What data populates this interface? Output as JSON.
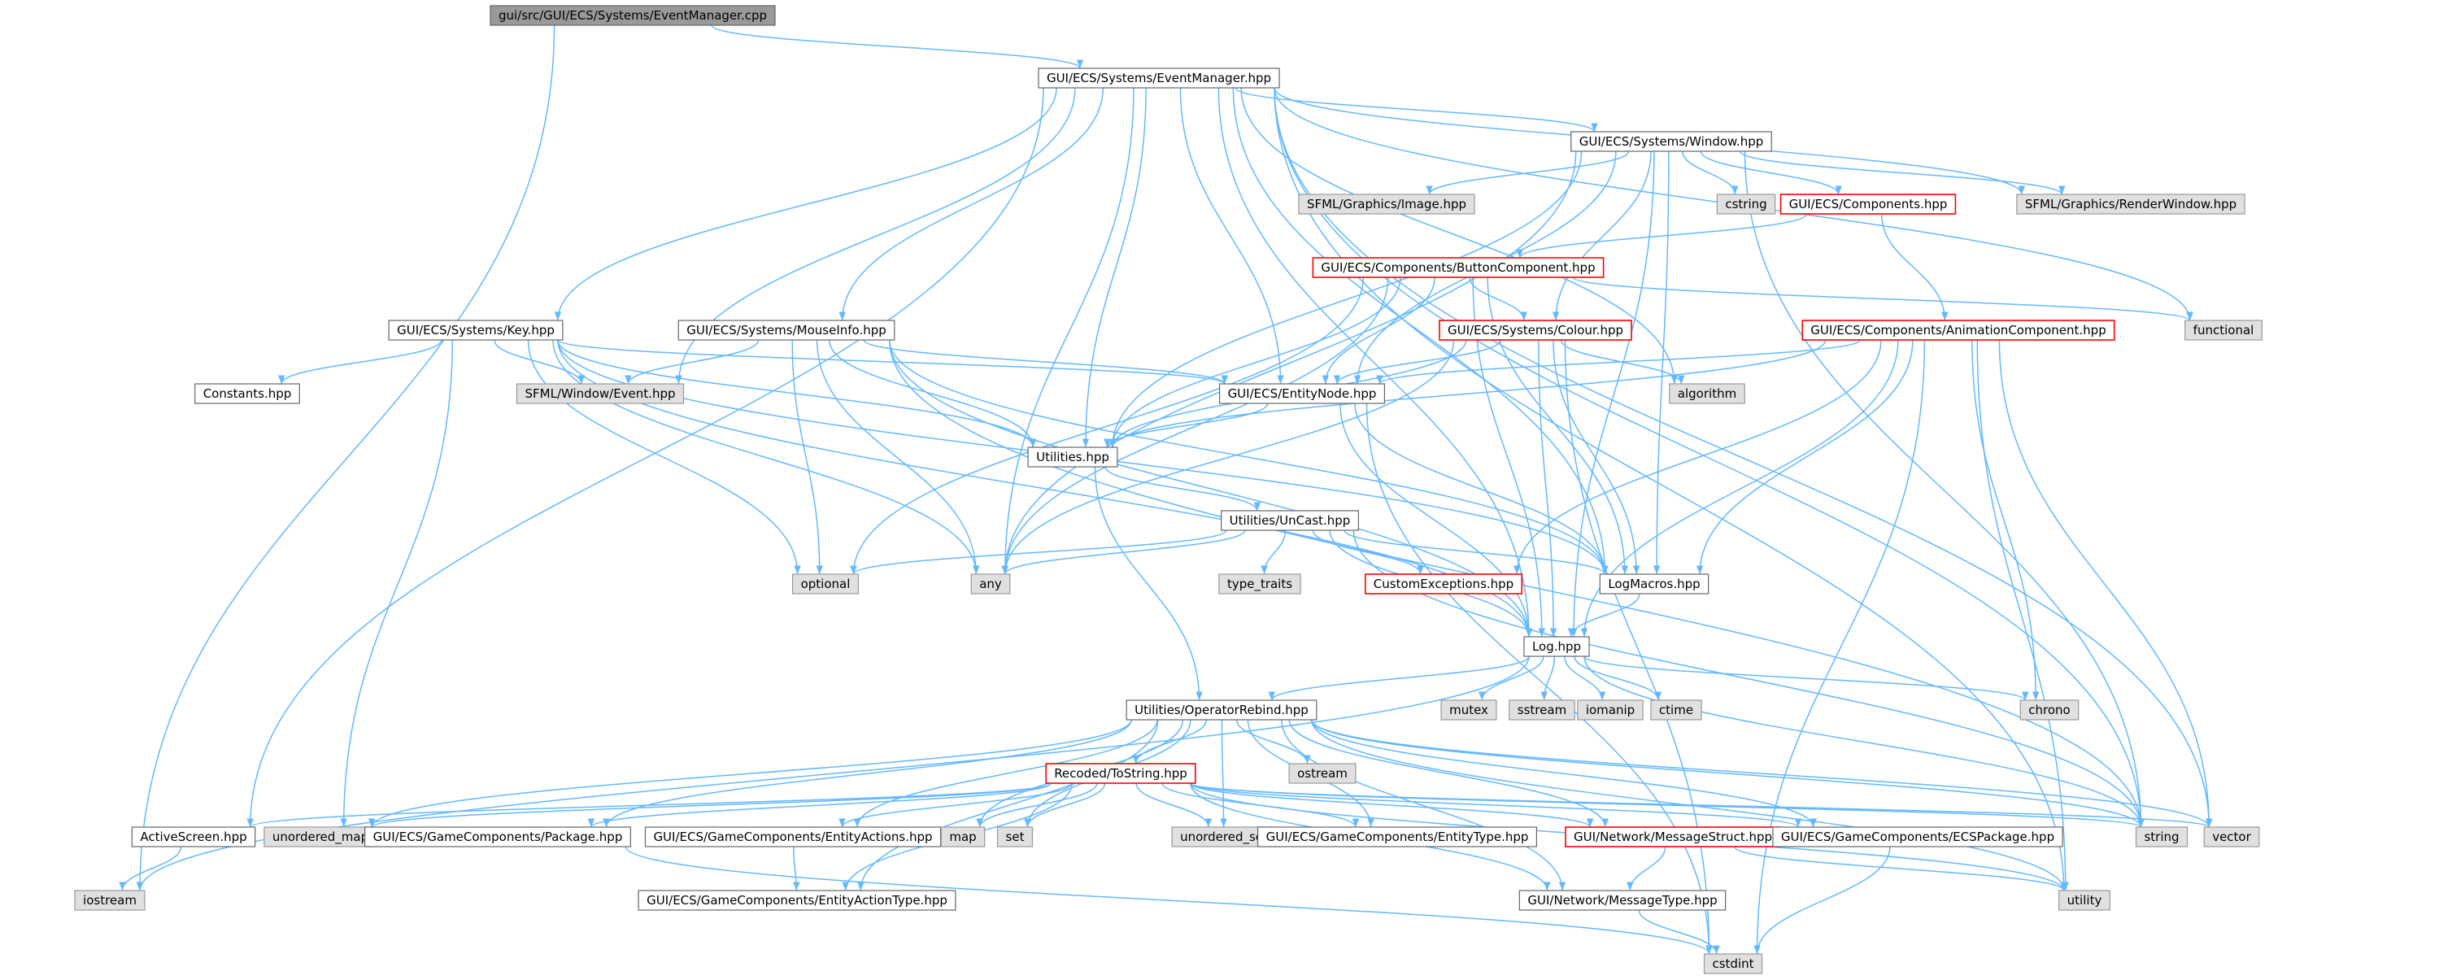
{
  "diagram": {
    "nodes": [
      {
        "id": "eventmanager_cpp",
        "label": "gui/src/GUI/ECS/Systems/EventManager.cpp",
        "style": "root"
      },
      {
        "id": "eventmanager_hpp",
        "label": "GUI/ECS/Systems/EventManager.hpp",
        "style": "normal"
      },
      {
        "id": "window_hpp",
        "label": "GUI/ECS/Systems/Window.hpp",
        "style": "normal"
      },
      {
        "id": "sfml_image",
        "label": "SFML/Graphics/Image.hpp",
        "style": "external"
      },
      {
        "id": "cstring",
        "label": "cstring",
        "style": "external"
      },
      {
        "id": "components_hpp",
        "label": "GUI/ECS/Components.hpp",
        "style": "red"
      },
      {
        "id": "sfml_renderwindow",
        "label": "SFML/Graphics/RenderWindow.hpp",
        "style": "external"
      },
      {
        "id": "buttoncomponent",
        "label": "GUI/ECS/Components/ButtonComponent.hpp",
        "style": "red"
      },
      {
        "id": "functional",
        "label": "functional",
        "style": "external"
      },
      {
        "id": "key_hpp",
        "label": "GUI/ECS/Systems/Key.hpp",
        "style": "normal"
      },
      {
        "id": "mouseinfo_hpp",
        "label": "GUI/ECS/Systems/MouseInfo.hpp",
        "style": "normal"
      },
      {
        "id": "colour_hpp",
        "label": "GUI/ECS/Systems/Colour.hpp",
        "style": "red"
      },
      {
        "id": "animationcomponent",
        "label": "GUI/ECS/Components/AnimationComponent.hpp",
        "style": "red"
      },
      {
        "id": "constants_hpp",
        "label": "Constants.hpp",
        "style": "normal"
      },
      {
        "id": "sfml_event",
        "label": "SFML/Window/Event.hpp",
        "style": "external"
      },
      {
        "id": "entitynode_hpp",
        "label": "GUI/ECS/EntityNode.hpp",
        "style": "normal"
      },
      {
        "id": "algorithm",
        "label": "algorithm",
        "style": "external"
      },
      {
        "id": "utilities_hpp",
        "label": "Utilities.hpp",
        "style": "normal"
      },
      {
        "id": "uncast_hpp",
        "label": "Utilities/UnCast.hpp",
        "style": "normal"
      },
      {
        "id": "optional",
        "label": "optional",
        "style": "external"
      },
      {
        "id": "any",
        "label": "any",
        "style": "external"
      },
      {
        "id": "type_traits",
        "label": "type_traits",
        "style": "external"
      },
      {
        "id": "customexceptions",
        "label": "CustomExceptions.hpp",
        "style": "red"
      },
      {
        "id": "logmacros_hpp",
        "label": "LogMacros.hpp",
        "style": "normal"
      },
      {
        "id": "log_hpp",
        "label": "Log.hpp",
        "style": "normal"
      },
      {
        "id": "mutex",
        "label": "mutex",
        "style": "external"
      },
      {
        "id": "sstream",
        "label": "sstream",
        "style": "external"
      },
      {
        "id": "iomanip",
        "label": "iomanip",
        "style": "external"
      },
      {
        "id": "ctime",
        "label": "ctime",
        "style": "external"
      },
      {
        "id": "chrono",
        "label": "chrono",
        "style": "external"
      },
      {
        "id": "operatorrebind",
        "label": "Utilities/OperatorRebind.hpp",
        "style": "normal"
      },
      {
        "id": "ostream",
        "label": "ostream",
        "style": "external"
      },
      {
        "id": "recoded_tostring",
        "label": "Recoded/ToString.hpp",
        "style": "red"
      },
      {
        "id": "activescreen",
        "label": "ActiveScreen.hpp",
        "style": "normal"
      },
      {
        "id": "unordered_map",
        "label": "unordered_map",
        "style": "external"
      },
      {
        "id": "package_hpp",
        "label": "GUI/ECS/GameComponents/Package.hpp",
        "style": "normal"
      },
      {
        "id": "entityactions",
        "label": "GUI/ECS/GameComponents/EntityActions.hpp",
        "style": "normal"
      },
      {
        "id": "map",
        "label": "map",
        "style": "external"
      },
      {
        "id": "set",
        "label": "set",
        "style": "external"
      },
      {
        "id": "unordered_set",
        "label": "unordered_set",
        "style": "external"
      },
      {
        "id": "entitytype",
        "label": "GUI/ECS/GameComponents/EntityType.hpp",
        "style": "normal"
      },
      {
        "id": "messagestruct",
        "label": "GUI/Network/MessageStruct.hpp",
        "style": "red"
      },
      {
        "id": "ecspackage",
        "label": "GUI/ECS/GameComponents/ECSPackage.hpp",
        "style": "normal"
      },
      {
        "id": "string",
        "label": "string",
        "style": "external"
      },
      {
        "id": "vector",
        "label": "vector",
        "style": "external"
      },
      {
        "id": "iostream",
        "label": "iostream",
        "style": "external"
      },
      {
        "id": "entityactiontype",
        "label": "GUI/ECS/GameComponents/EntityActionType.hpp",
        "style": "normal"
      },
      {
        "id": "messagetype",
        "label": "GUI/Network/MessageType.hpp",
        "style": "normal"
      },
      {
        "id": "utility",
        "label": "utility",
        "style": "external"
      },
      {
        "id": "cstdint",
        "label": "cstdint",
        "style": "external"
      }
    ],
    "edges": [
      [
        "eventmanager_cpp",
        "eventmanager_hpp"
      ],
      [
        "eventmanager_cpp",
        "iostream"
      ],
      [
        "eventmanager_hpp",
        "window_hpp"
      ],
      [
        "eventmanager_hpp",
        "sfml_renderwindow"
      ],
      [
        "eventmanager_hpp",
        "functional"
      ],
      [
        "eventmanager_hpp",
        "key_hpp"
      ],
      [
        "eventmanager_hpp",
        "mouseinfo_hpp"
      ],
      [
        "eventmanager_hpp",
        "sfml_event"
      ],
      [
        "eventmanager_hpp",
        "entitynode_hpp"
      ],
      [
        "eventmanager_hpp",
        "algorithm"
      ],
      [
        "eventmanager_hpp",
        "utilities_hpp"
      ],
      [
        "eventmanager_hpp",
        "any"
      ],
      [
        "eventmanager_hpp",
        "logmacros_hpp"
      ],
      [
        "eventmanager_hpp",
        "log_hpp"
      ],
      [
        "eventmanager_hpp",
        "activescreen"
      ],
      [
        "eventmanager_hpp",
        "string"
      ],
      [
        "eventmanager_hpp",
        "vector"
      ],
      [
        "eventmanager_hpp",
        "utility"
      ],
      [
        "window_hpp",
        "sfml_image"
      ],
      [
        "window_hpp",
        "cstring"
      ],
      [
        "window_hpp",
        "components_hpp"
      ],
      [
        "window_hpp",
        "sfml_renderwindow"
      ],
      [
        "window_hpp",
        "colour_hpp"
      ],
      [
        "window_hpp",
        "entitynode_hpp"
      ],
      [
        "window_hpp",
        "utilities_hpp"
      ],
      [
        "window_hpp",
        "any"
      ],
      [
        "window_hpp",
        "logmacros_hpp"
      ],
      [
        "window_hpp",
        "log_hpp"
      ],
      [
        "window_hpp",
        "string"
      ],
      [
        "components_hpp",
        "buttoncomponent"
      ],
      [
        "components_hpp",
        "animationcomponent"
      ],
      [
        "buttoncomponent",
        "functional"
      ],
      [
        "buttoncomponent",
        "colour_hpp"
      ],
      [
        "buttoncomponent",
        "entitynode_hpp"
      ],
      [
        "buttoncomponent",
        "utilities_hpp"
      ],
      [
        "buttoncomponent",
        "optional"
      ],
      [
        "buttoncomponent",
        "any"
      ],
      [
        "buttoncomponent",
        "logmacros_hpp"
      ],
      [
        "buttoncomponent",
        "log_hpp"
      ],
      [
        "key_hpp",
        "constants_hpp"
      ],
      [
        "key_hpp",
        "sfml_event"
      ],
      [
        "key_hpp",
        "entitynode_hpp"
      ],
      [
        "key_hpp",
        "utilities_hpp"
      ],
      [
        "key_hpp",
        "optional"
      ],
      [
        "key_hpp",
        "any"
      ],
      [
        "key_hpp",
        "logmacros_hpp"
      ],
      [
        "key_hpp",
        "log_hpp"
      ],
      [
        "key_hpp",
        "unordered_map"
      ],
      [
        "mouseinfo_hpp",
        "sfml_event"
      ],
      [
        "mouseinfo_hpp",
        "entitynode_hpp"
      ],
      [
        "mouseinfo_hpp",
        "utilities_hpp"
      ],
      [
        "mouseinfo_hpp",
        "optional"
      ],
      [
        "mouseinfo_hpp",
        "any"
      ],
      [
        "mouseinfo_hpp",
        "logmacros_hpp"
      ],
      [
        "mouseinfo_hpp",
        "log_hpp"
      ],
      [
        "mouseinfo_hpp",
        "string"
      ],
      [
        "colour_hpp",
        "entitynode_hpp"
      ],
      [
        "colour_hpp",
        "algorithm"
      ],
      [
        "colour_hpp",
        "utilities_hpp"
      ],
      [
        "colour_hpp",
        "any"
      ],
      [
        "colour_hpp",
        "logmacros_hpp"
      ],
      [
        "colour_hpp",
        "log_hpp"
      ],
      [
        "colour_hpp",
        "cstdint"
      ],
      [
        "animationcomponent",
        "entitynode_hpp"
      ],
      [
        "animationcomponent",
        "utilities_hpp"
      ],
      [
        "animationcomponent",
        "customexceptions"
      ],
      [
        "animationcomponent",
        "logmacros_hpp"
      ],
      [
        "animationcomponent",
        "log_hpp"
      ],
      [
        "animationcomponent",
        "chrono"
      ],
      [
        "animationcomponent",
        "vector"
      ],
      [
        "animationcomponent",
        "utility"
      ],
      [
        "animationcomponent",
        "cstdint"
      ],
      [
        "entitynode_hpp",
        "utilities_hpp"
      ],
      [
        "entitynode_hpp",
        "logmacros_hpp"
      ],
      [
        "entitynode_hpp",
        "log_hpp"
      ],
      [
        "entitynode_hpp",
        "cstdint"
      ],
      [
        "utilities_hpp",
        "uncast_hpp"
      ],
      [
        "utilities_hpp",
        "operatorrebind"
      ],
      [
        "uncast_hpp",
        "optional"
      ],
      [
        "uncast_hpp",
        "any"
      ],
      [
        "uncast_hpp",
        "type_traits"
      ],
      [
        "uncast_hpp",
        "customexceptions"
      ],
      [
        "uncast_hpp",
        "logmacros_hpp"
      ],
      [
        "uncast_hpp",
        "log_hpp"
      ],
      [
        "uncast_hpp",
        "string"
      ],
      [
        "logmacros_hpp",
        "log_hpp"
      ],
      [
        "log_hpp",
        "mutex"
      ],
      [
        "log_hpp",
        "sstream"
      ],
      [
        "log_hpp",
        "iomanip"
      ],
      [
        "log_hpp",
        "ctime"
      ],
      [
        "log_hpp",
        "chrono"
      ],
      [
        "log_hpp",
        "operatorrebind"
      ],
      [
        "log_hpp",
        "iostream"
      ],
      [
        "log_hpp",
        "string"
      ],
      [
        "operatorrebind",
        "ostream"
      ],
      [
        "operatorrebind",
        "recoded_tostring"
      ],
      [
        "operatorrebind",
        "unordered_map"
      ],
      [
        "operatorrebind",
        "package_hpp"
      ],
      [
        "operatorrebind",
        "entityactions"
      ],
      [
        "operatorrebind",
        "map"
      ],
      [
        "operatorrebind",
        "set"
      ],
      [
        "operatorrebind",
        "unordered_set"
      ],
      [
        "operatorrebind",
        "entitytype"
      ],
      [
        "operatorrebind",
        "messagestruct"
      ],
      [
        "operatorrebind",
        "ecspackage"
      ],
      [
        "operatorrebind",
        "string"
      ],
      [
        "operatorrebind",
        "vector"
      ],
      [
        "operatorrebind",
        "entityactiontype"
      ],
      [
        "operatorrebind",
        "messagetype"
      ],
      [
        "operatorrebind",
        "utility"
      ],
      [
        "recoded_tostring",
        "activescreen"
      ],
      [
        "recoded_tostring",
        "unordered_map"
      ],
      [
        "recoded_tostring",
        "package_hpp"
      ],
      [
        "recoded_tostring",
        "entityactions"
      ],
      [
        "recoded_tostring",
        "map"
      ],
      [
        "recoded_tostring",
        "set"
      ],
      [
        "recoded_tostring",
        "unordered_set"
      ],
      [
        "recoded_tostring",
        "entitytype"
      ],
      [
        "recoded_tostring",
        "messagestruct"
      ],
      [
        "recoded_tostring",
        "ecspackage"
      ],
      [
        "recoded_tostring",
        "string"
      ],
      [
        "recoded_tostring",
        "vector"
      ],
      [
        "recoded_tostring",
        "entityactiontype"
      ],
      [
        "recoded_tostring",
        "messagetype"
      ],
      [
        "recoded_tostring",
        "utility"
      ],
      [
        "activescreen",
        "iostream"
      ],
      [
        "package_hpp",
        "cstdint"
      ],
      [
        "entityactions",
        "entityactiontype"
      ],
      [
        "messagestruct",
        "messagetype"
      ],
      [
        "messagestruct",
        "utility"
      ],
      [
        "ecspackage",
        "cstdint"
      ],
      [
        "messagetype",
        "cstdint"
      ]
    ],
    "colors": {
      "edge": "#63b8ff",
      "root_fill": "#999999",
      "external_fill": "#e0e0e0",
      "external_border": "#999999",
      "normal_border": "#666666",
      "red_border": "#ff0000",
      "text": "#000000"
    }
  }
}
